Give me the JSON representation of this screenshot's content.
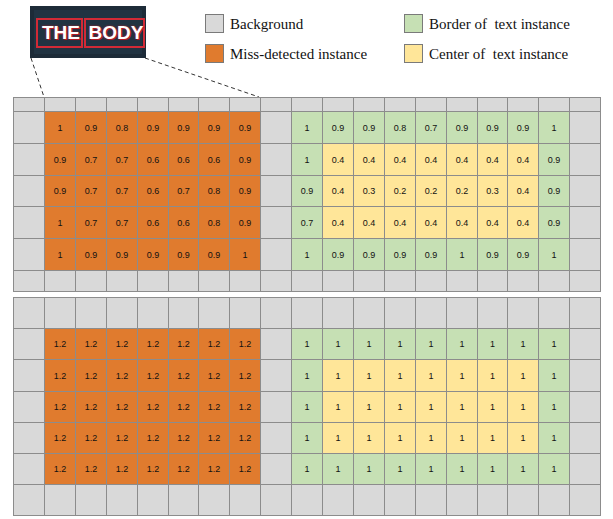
{
  "diagram": {
    "labels": [
      "THE",
      "BODY",
      "1",
      "0.9",
      "0.8",
      "0.9",
      "0.9",
      "0.9",
      "0.9",
      "1",
      "0.9",
      "0.9",
      "0.8",
      "0.7",
      "0.9",
      "0.9",
      "0.9",
      "1",
      "0.9",
      "0.7",
      "0.7",
      "0.6",
      "0.6",
      "0.6",
      "0.9",
      "1",
      "0.4",
      "0.4",
      "0.4",
      "0.4",
      "0.4",
      "0.4",
      "0.4",
      "0.9",
      "0.9",
      "0.7",
      "0.7",
      "0.6",
      "0.7",
      "0.8",
      "0.9",
      "0.9",
      "0.4",
      "0.3",
      "0.2",
      "0.2",
      "0.2",
      "0.3",
      "0.4",
      "0.9",
      "1",
      "0.7",
      "0.7",
      "0.6",
      "0.6",
      "0.8",
      "0.9",
      "0.7",
      "0.4",
      "0.4",
      "0.4",
      "0.4",
      "0.4",
      "0.4",
      "0.4",
      "0.9",
      "1",
      "0.9",
      "0.9",
      "0.9",
      "0.9",
      "0.9",
      "1",
      "1",
      "0.9",
      "0.9",
      "0.9",
      "0.9",
      "1",
      "0.9",
      "0.9",
      "1",
      "1.2",
      "1.2",
      "1.2",
      "1.2",
      "1.2",
      "1.2",
      "1.2",
      "1",
      "1",
      "1",
      "1",
      "1",
      "1",
      "1",
      "1",
      "1",
      "1.2",
      "1.2",
      "1.2",
      "1.2",
      "1.2",
      "1.2",
      "1.2",
      "1",
      "1",
      "1",
      "1",
      "1",
      "1",
      "1",
      "1",
      "1",
      "1.2",
      "1.2",
      "1.2",
      "1.2",
      "1.2",
      "1.2",
      "1.2",
      "1",
      "1",
      "1",
      "1",
      "1",
      "1",
      "1",
      "1",
      "1",
      "1.2",
      "1.2",
      "1.2",
      "1.2",
      "1.2",
      "1.2",
      "1.2",
      "1",
      "1",
      "1",
      "1",
      "1",
      "1",
      "1",
      "1",
      "1",
      "1.2",
      "1.2",
      "1.2",
      "1.2",
      "1.2",
      "1.2",
      "1.2",
      "1",
      "1",
      "1",
      "1",
      "1",
      "1",
      "1",
      "1",
      "1"
    ],
    "legend": [
      {
        "text": "Background",
        "color": "#d9d9d9"
      },
      {
        "text": "Border of  text instance",
        "color": "#c6e0b4"
      },
      {
        "text": "Miss-detected instance",
        "color": "#e07b2e"
      },
      {
        "text": "Center of  text instance",
        "color": "#ffe699"
      }
    ]
  }
}
